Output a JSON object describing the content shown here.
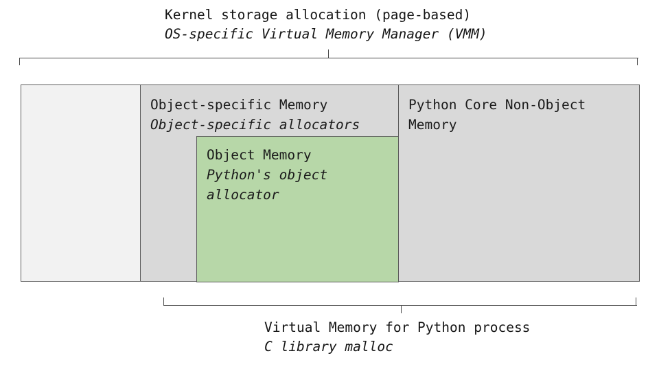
{
  "diagram": {
    "title_top": {
      "line1": "Kernel storage allocation (page-based)",
      "line2": "OS-specific Virtual Memory Manager (VMM)"
    },
    "title_bottom": {
      "line1": "Virtual Memory for Python process",
      "line2": "C library malloc"
    },
    "layers": [
      {
        "name": "unused-region",
        "line1": "",
        "line2": "",
        "fill": "#f2f2f2"
      },
      {
        "name": "object-specific-memory",
        "line1": "Object-specific Memory",
        "line2": "Object-specific allocators",
        "fill": "#d9d9d9"
      },
      {
        "name": "python-core-non-object-memory",
        "line1": "Python Core Non-Object Memory",
        "line2": "",
        "fill": "#d9d9d9"
      }
    ],
    "nested_box": {
      "name": "object-memory",
      "line1": "Object Memory",
      "line2": "Python's object allocator",
      "fill": "#b7d7a8"
    },
    "colors": {
      "border": "#5a5a5a",
      "brace": "#4a4a4a",
      "text": "#151515",
      "page_background": "#ffffff"
    }
  }
}
